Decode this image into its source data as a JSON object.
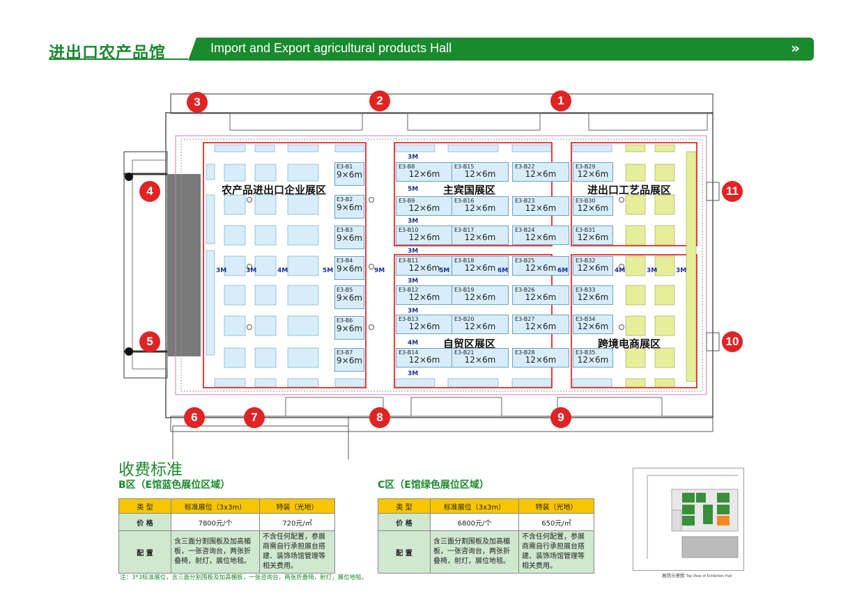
{
  "header": {
    "title_cn": "进出口农产品馆",
    "title_en": "Import and Export agricultural products Hall",
    "arrow": "»"
  },
  "map": {
    "entrances": [
      "1",
      "2",
      "3",
      "4",
      "5",
      "6",
      "7",
      "8",
      "9",
      "10",
      "11"
    ],
    "zones": {
      "agri": "农产品进出口企业展区",
      "guest": "主宾国展区",
      "craft": "进出口工艺品展区",
      "ftz": "自贸区展区",
      "ecom": "跨境电商展区"
    },
    "booth_size_9x6": "9×6m",
    "booth_size_12x6": "12×6m",
    "agri_booths": [
      "E3-B1",
      "E3-B2",
      "E3-B3",
      "E3-B4",
      "E3-B5",
      "E3-B6",
      "E3-B7"
    ],
    "guest_booths_col1": [
      "E3-B8",
      "E3-B9",
      "E3-B10",
      "E3-B11",
      "E3-B12",
      "E3-B13",
      "E3-B14"
    ],
    "guest_booths_col2": [
      "E3-B15",
      "E3-B16",
      "E3-B17",
      "E3-B18",
      "E3-B19",
      "E3-B20",
      "E3-B21"
    ],
    "guest_booths_col3": [
      "E3-B22",
      "E3-B23",
      "E3-B24",
      "E3-B25",
      "E3-B26",
      "E3-B27",
      "E3-B28"
    ],
    "craft_booths": [
      "E3-B29",
      "E3-B30",
      "E3-B31",
      "E3-B32",
      "E3-B33",
      "E3-B34",
      "E3-B35"
    ],
    "aisles": [
      "3M",
      "5M",
      "3M",
      "3M",
      "3M",
      "3M",
      "4M",
      "3M",
      "9M",
      "5M",
      "6M",
      "6M",
      "3M",
      "3M",
      "4M",
      "5M",
      "4M",
      "3M",
      "3M"
    ]
  },
  "fees": {
    "title": "收费标准",
    "b_zone": "B区（E馆蓝色展位区域）",
    "c_zone": "C区（E馆绿色展位区域）",
    "headers": [
      "类  型",
      "标准展位（3x3m）",
      "特装（光地）"
    ],
    "price_label": "价    格",
    "config_label": "配    置",
    "b_std_price": "7800元/个",
    "b_raw_price": "720元/㎡",
    "c_std_price": "6800元/个",
    "c_raw_price": "650元/㎡",
    "std_config": "含三面分割围板及加高楣板，一张咨询台，两张折叠椅，射灯，展位地毯。",
    "raw_config": "不含任何配置，参展商需自行承担展台搭建、装饰场馆管理等相关费用。",
    "note": "注：3*3标准展位，含三面分割围板及加高楣板，一张咨询台，两张折叠椅，射灯，展位地毯。"
  },
  "mini_map": {
    "caption": "展馆示意图",
    "caption_en": "Top View of Exhibition Hall"
  },
  "colors": {
    "brand_green": "#1a8a2e",
    "marker_red": "#e02424",
    "booth_blue": "#d7eefa",
    "booth_green": "#e6ee9c",
    "header_yellow": "#f7c600"
  }
}
